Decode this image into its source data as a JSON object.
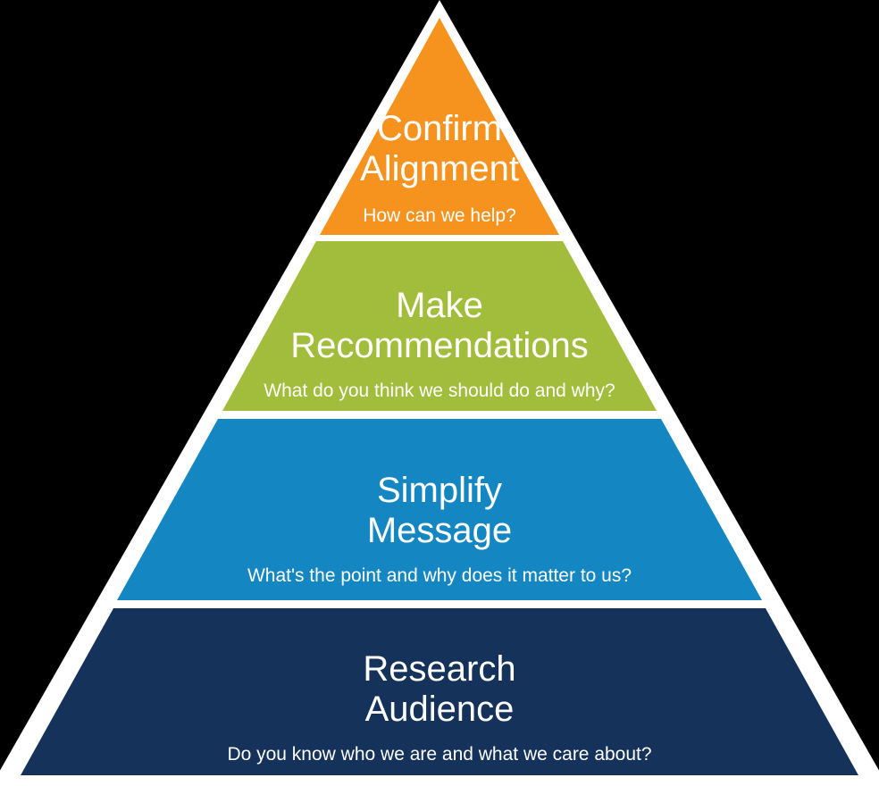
{
  "background_color": "#000000",
  "pyramid": {
    "outline_color": "#ffffff",
    "levels": [
      {
        "id": "confirm-alignment",
        "title_line1": "Confirm",
        "title_line2": "Alignment",
        "subtitle": "How can we help?",
        "color": "#F6921E"
      },
      {
        "id": "make-recommendations",
        "title_line1": "Make",
        "title_line2": "Recommendations",
        "subtitle": "What do you think we should do and why?",
        "color": "#A2BC3B"
      },
      {
        "id": "simplify-message",
        "title_line1": "Simplify",
        "title_line2": "Message",
        "subtitle": "What's the point and why does it matter to us?",
        "color": "#1487C2"
      },
      {
        "id": "research-audience",
        "title_line1": "Research",
        "title_line2": "Audience",
        "subtitle": "Do you know who we are and what we care about?",
        "color": "#14325A"
      }
    ]
  }
}
